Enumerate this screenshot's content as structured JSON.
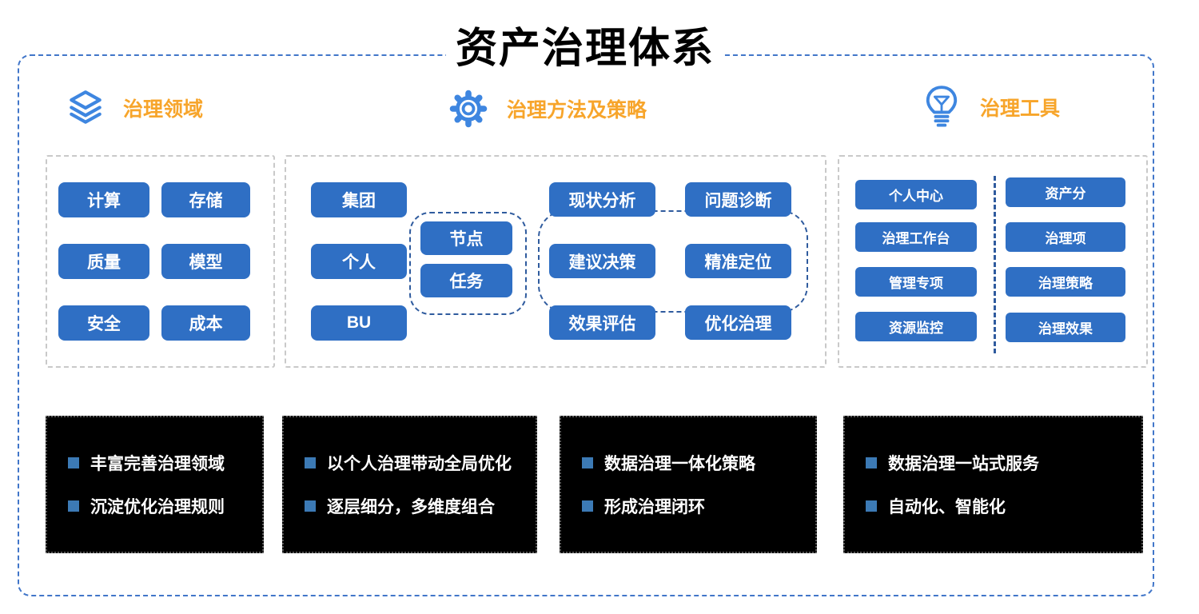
{
  "title": "资产治理体系",
  "sections": [
    {
      "icon": "layers-icon",
      "label": "治理领域"
    },
    {
      "icon": "gear-icon",
      "label": "治理方法及策略"
    },
    {
      "icon": "lightbulb-icon",
      "label": "治理工具"
    }
  ],
  "panels": {
    "domain": {
      "buttons": [
        "计算",
        "存储",
        "质量",
        "模型",
        "安全",
        "成本"
      ]
    },
    "method": {
      "org_buttons": [
        "集团",
        "个人",
        "BU"
      ],
      "unit_buttons": [
        "节点",
        "任务"
      ],
      "cycle_buttons": [
        "现状分析",
        "问题诊断",
        "建议决策",
        "精准定位",
        "效果评估",
        "优化治理"
      ]
    },
    "tools": {
      "left_buttons": [
        "个人中心",
        "治理工作台",
        "管理专项",
        "资源监控"
      ],
      "right_buttons": [
        "资产分",
        "治理项",
        "治理策略",
        "治理效果"
      ]
    }
  },
  "notes": [
    {
      "items": [
        "丰富完善治理领域",
        "沉淀优化治理规则"
      ]
    },
    {
      "items": [
        "以个人治理带动全局优化",
        "逐层细分，多维度组合"
      ]
    },
    {
      "items": [
        "数据治理一体化策略",
        "形成治理闭环"
      ]
    },
    {
      "items": [
        "数据治理一站式服务",
        "自动化、智能化"
      ]
    }
  ],
  "colors": {
    "button_blue": "#2F6FC4",
    "header_orange": "#F7A52B",
    "icon_blue": "#3E86E0",
    "dashed_navy": "#2F5B9E",
    "outer_border_blue": "#4176C9",
    "panel_border_gray": "#C9C9C9",
    "note_background": "#000000",
    "bullet_blue": "#3C7AB5"
  }
}
